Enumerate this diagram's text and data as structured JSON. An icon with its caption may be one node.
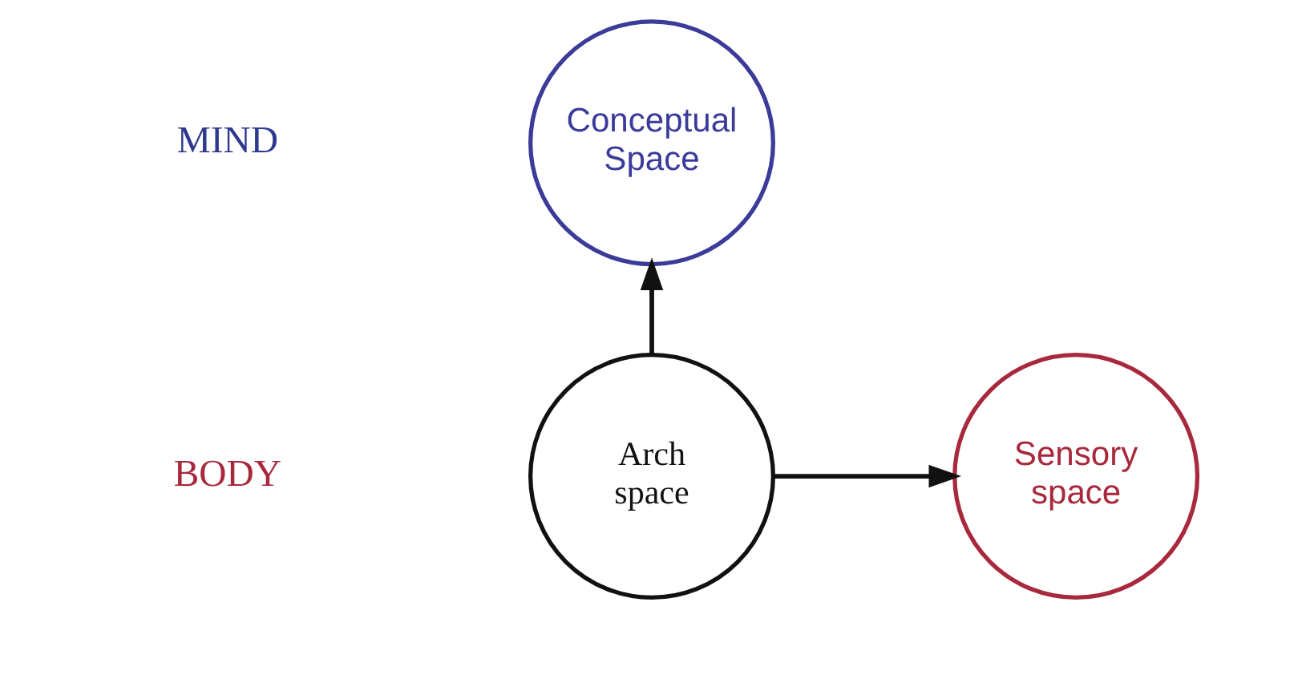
{
  "diagram": {
    "nodes": [
      {
        "text": [
          "Conceptual Space"
        ]
      },
      {
        "text": [
          "Sensory space"
        ]
      },
      {
        "text": [
          "Arch space"
        ]
      }
    ],
    "edges": [
      {
        "from": 2,
        "to": 0,
        "arrow": "to"
      },
      {
        "from": 2,
        "to": 1,
        "arrow": "to"
      }
    ],
    "labels": [
      "MIND",
      "BODY"
    ]
  }
}
